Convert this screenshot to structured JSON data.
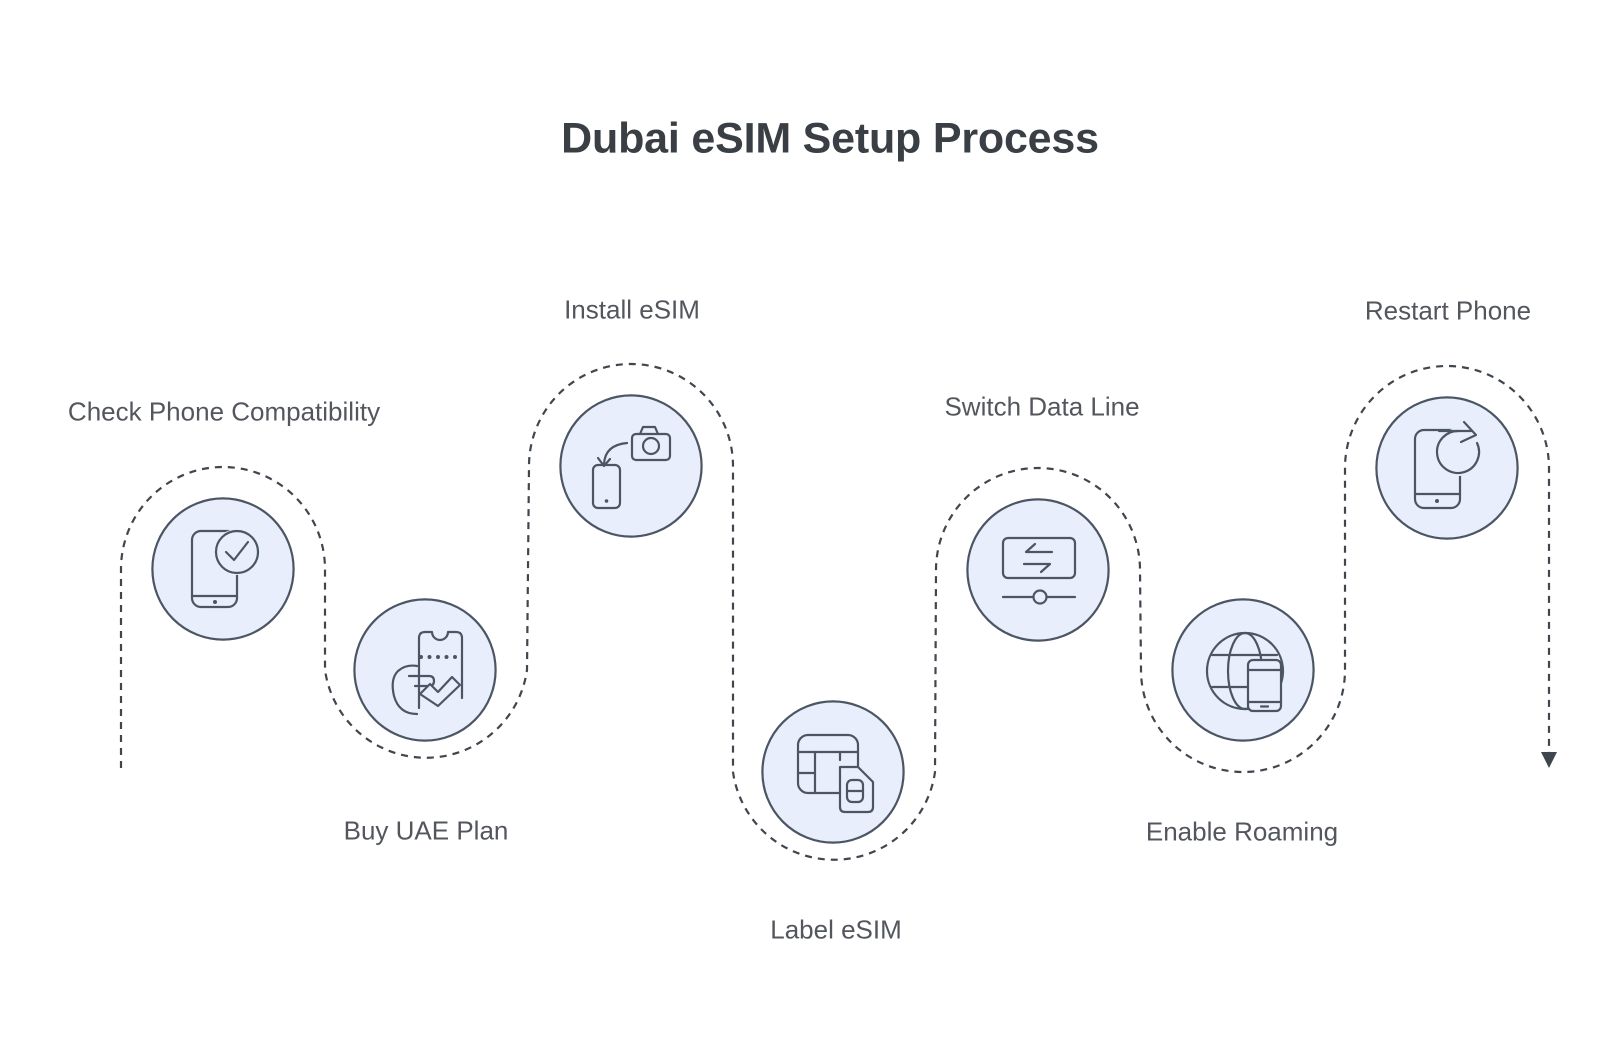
{
  "title": "Dubai eSIM Setup Process",
  "steps": [
    {
      "label": "Check Phone Compatibility",
      "icon": "phone-check-icon",
      "label_position": "above"
    },
    {
      "label": "Buy UAE Plan",
      "icon": "hand-ticket-icon",
      "label_position": "below"
    },
    {
      "label": "Install eSIM",
      "icon": "camera-scan-icon",
      "label_position": "above"
    },
    {
      "label": "Label eSIM",
      "icon": "table-sim-card-icon",
      "label_position": "below"
    },
    {
      "label": "Switch Data Line",
      "icon": "swap-slider-icon",
      "label_position": "above"
    },
    {
      "label": "Enable Roaming",
      "icon": "globe-phone-icon",
      "label_position": "below"
    },
    {
      "label": "Restart Phone",
      "icon": "phone-restart-icon",
      "label_position": "above"
    }
  ],
  "colors": {
    "background": "#ffffff",
    "circle_fill": "#e8eefb",
    "stroke": "#4b5563",
    "connector": "#3f464e",
    "title_text": "#3a3f45",
    "label_text": "#53575d"
  }
}
